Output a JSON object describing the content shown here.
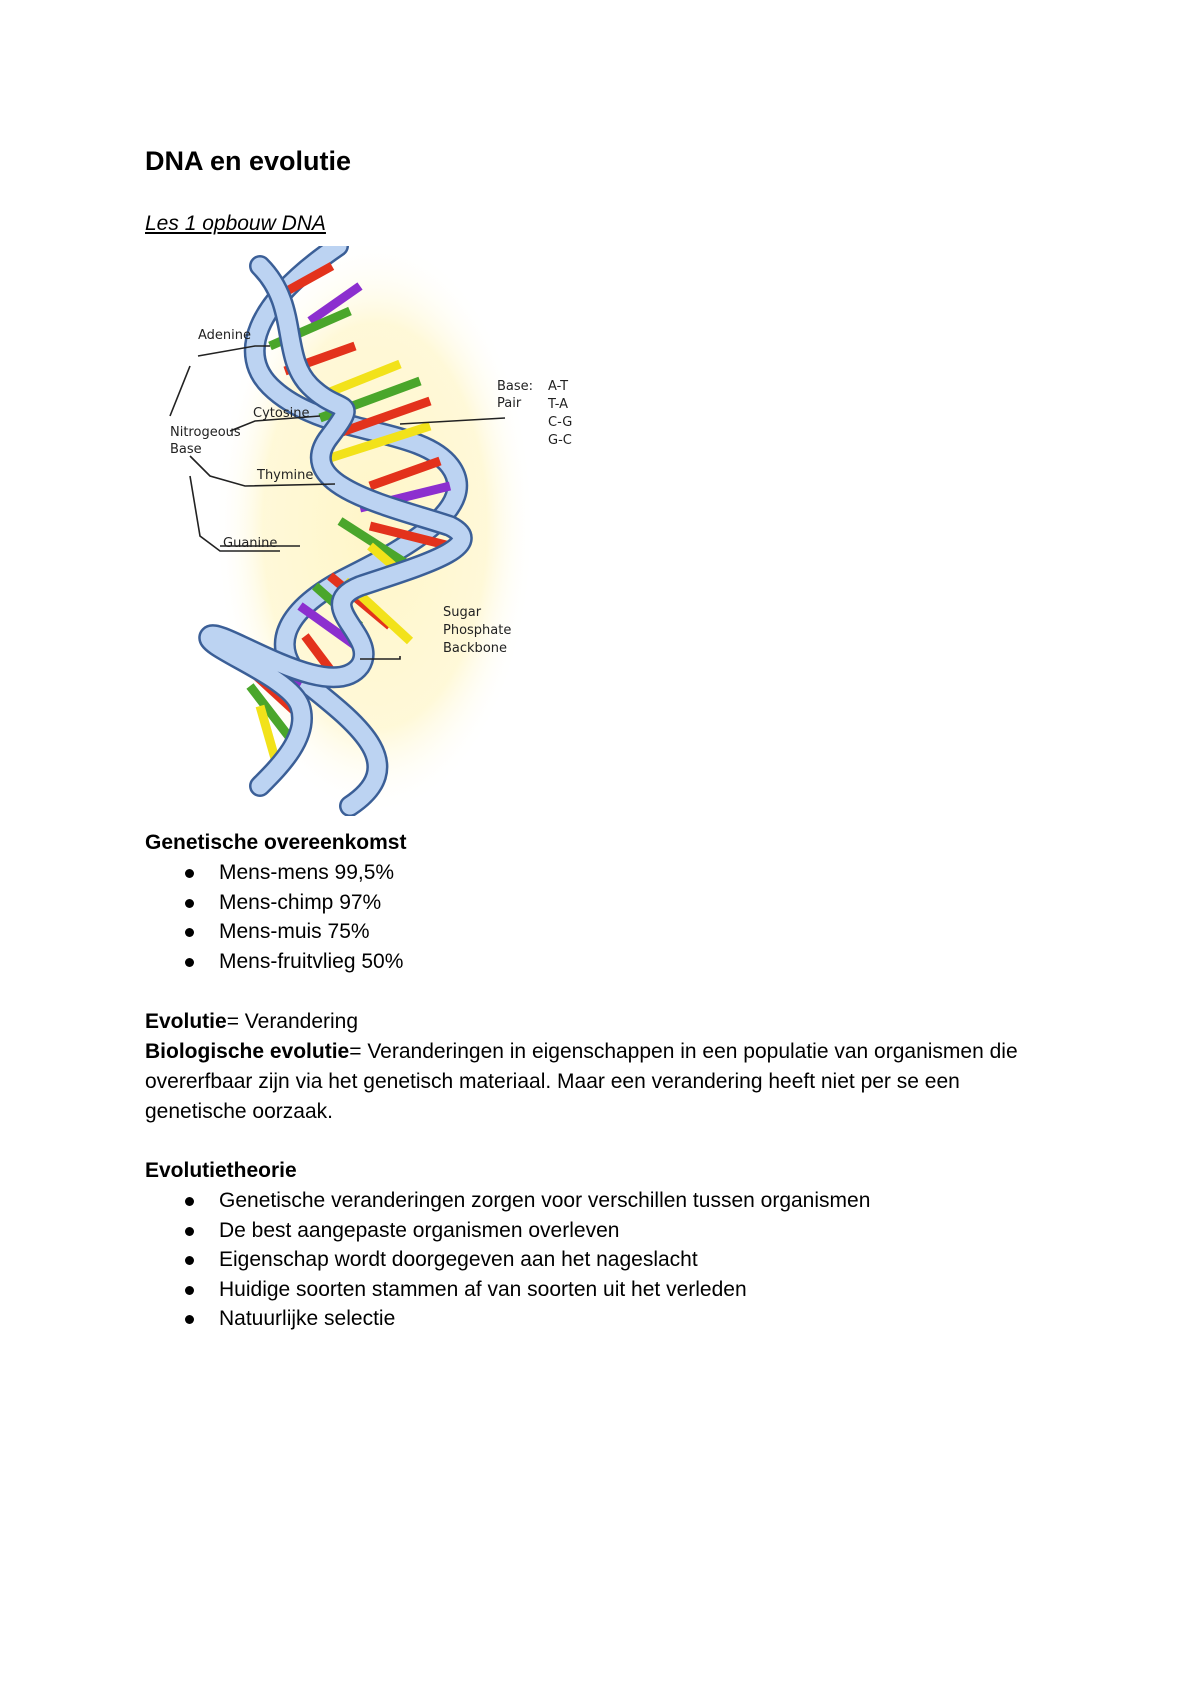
{
  "document": {
    "title": "DNA en evolutie",
    "subtitle": "Les 1 opbouw DNA"
  },
  "figure": {
    "labels": {
      "adenine": "Adenine",
      "nitrogeous": "Nitrogeous",
      "base": "Base",
      "cytosine": "Cytosine",
      "thymine": "Thymine",
      "guanine": "Guanine",
      "base_pair_1": "Base:",
      "base_pair_2": "Pair",
      "pair_at": "A-T",
      "pair_ta": "T-A",
      "pair_cg": "C-G",
      "pair_gc": "G-C",
      "sugar": "Sugar",
      "phosphate": "Phosphate",
      "backbone": "Backbone"
    },
    "colors": {
      "backbone": "#bcd3f2",
      "backbone_edge": "#3b5f97",
      "glow": "#fff2b3",
      "adenine": "#e3321c",
      "thymine": "#f2e21a",
      "cytosine": "#4aa62b",
      "guanine": "#8c2fcf"
    }
  },
  "genetic": {
    "heading": "Genetische overeenkomst",
    "items": [
      "Mens-mens 99,5%",
      "Mens-chimp 97%",
      "Mens-muis 75%",
      "Mens-fruitvlieg 50%"
    ]
  },
  "evolution": {
    "term1": "Evolutie",
    "def1": "= Verandering",
    "term2": "Biologische evolutie",
    "def2_line1": "= Veranderingen in eigenschappen in een populatie van organismen die",
    "def2_line2": "overerfbaar zijn via het genetisch materiaal. Maar een verandering heeft niet per se een",
    "def2_line3": "genetische oorzaak."
  },
  "theory": {
    "heading": "Evolutietheorie",
    "items": [
      "Genetische veranderingen zorgen voor verschillen tussen organismen",
      "De best aangepaste organismen overleven",
      "Eigenschap wordt doorgegeven aan het nageslacht",
      "Huidige soorten stammen af van soorten uit het verleden",
      "Natuurlijke selectie"
    ]
  }
}
